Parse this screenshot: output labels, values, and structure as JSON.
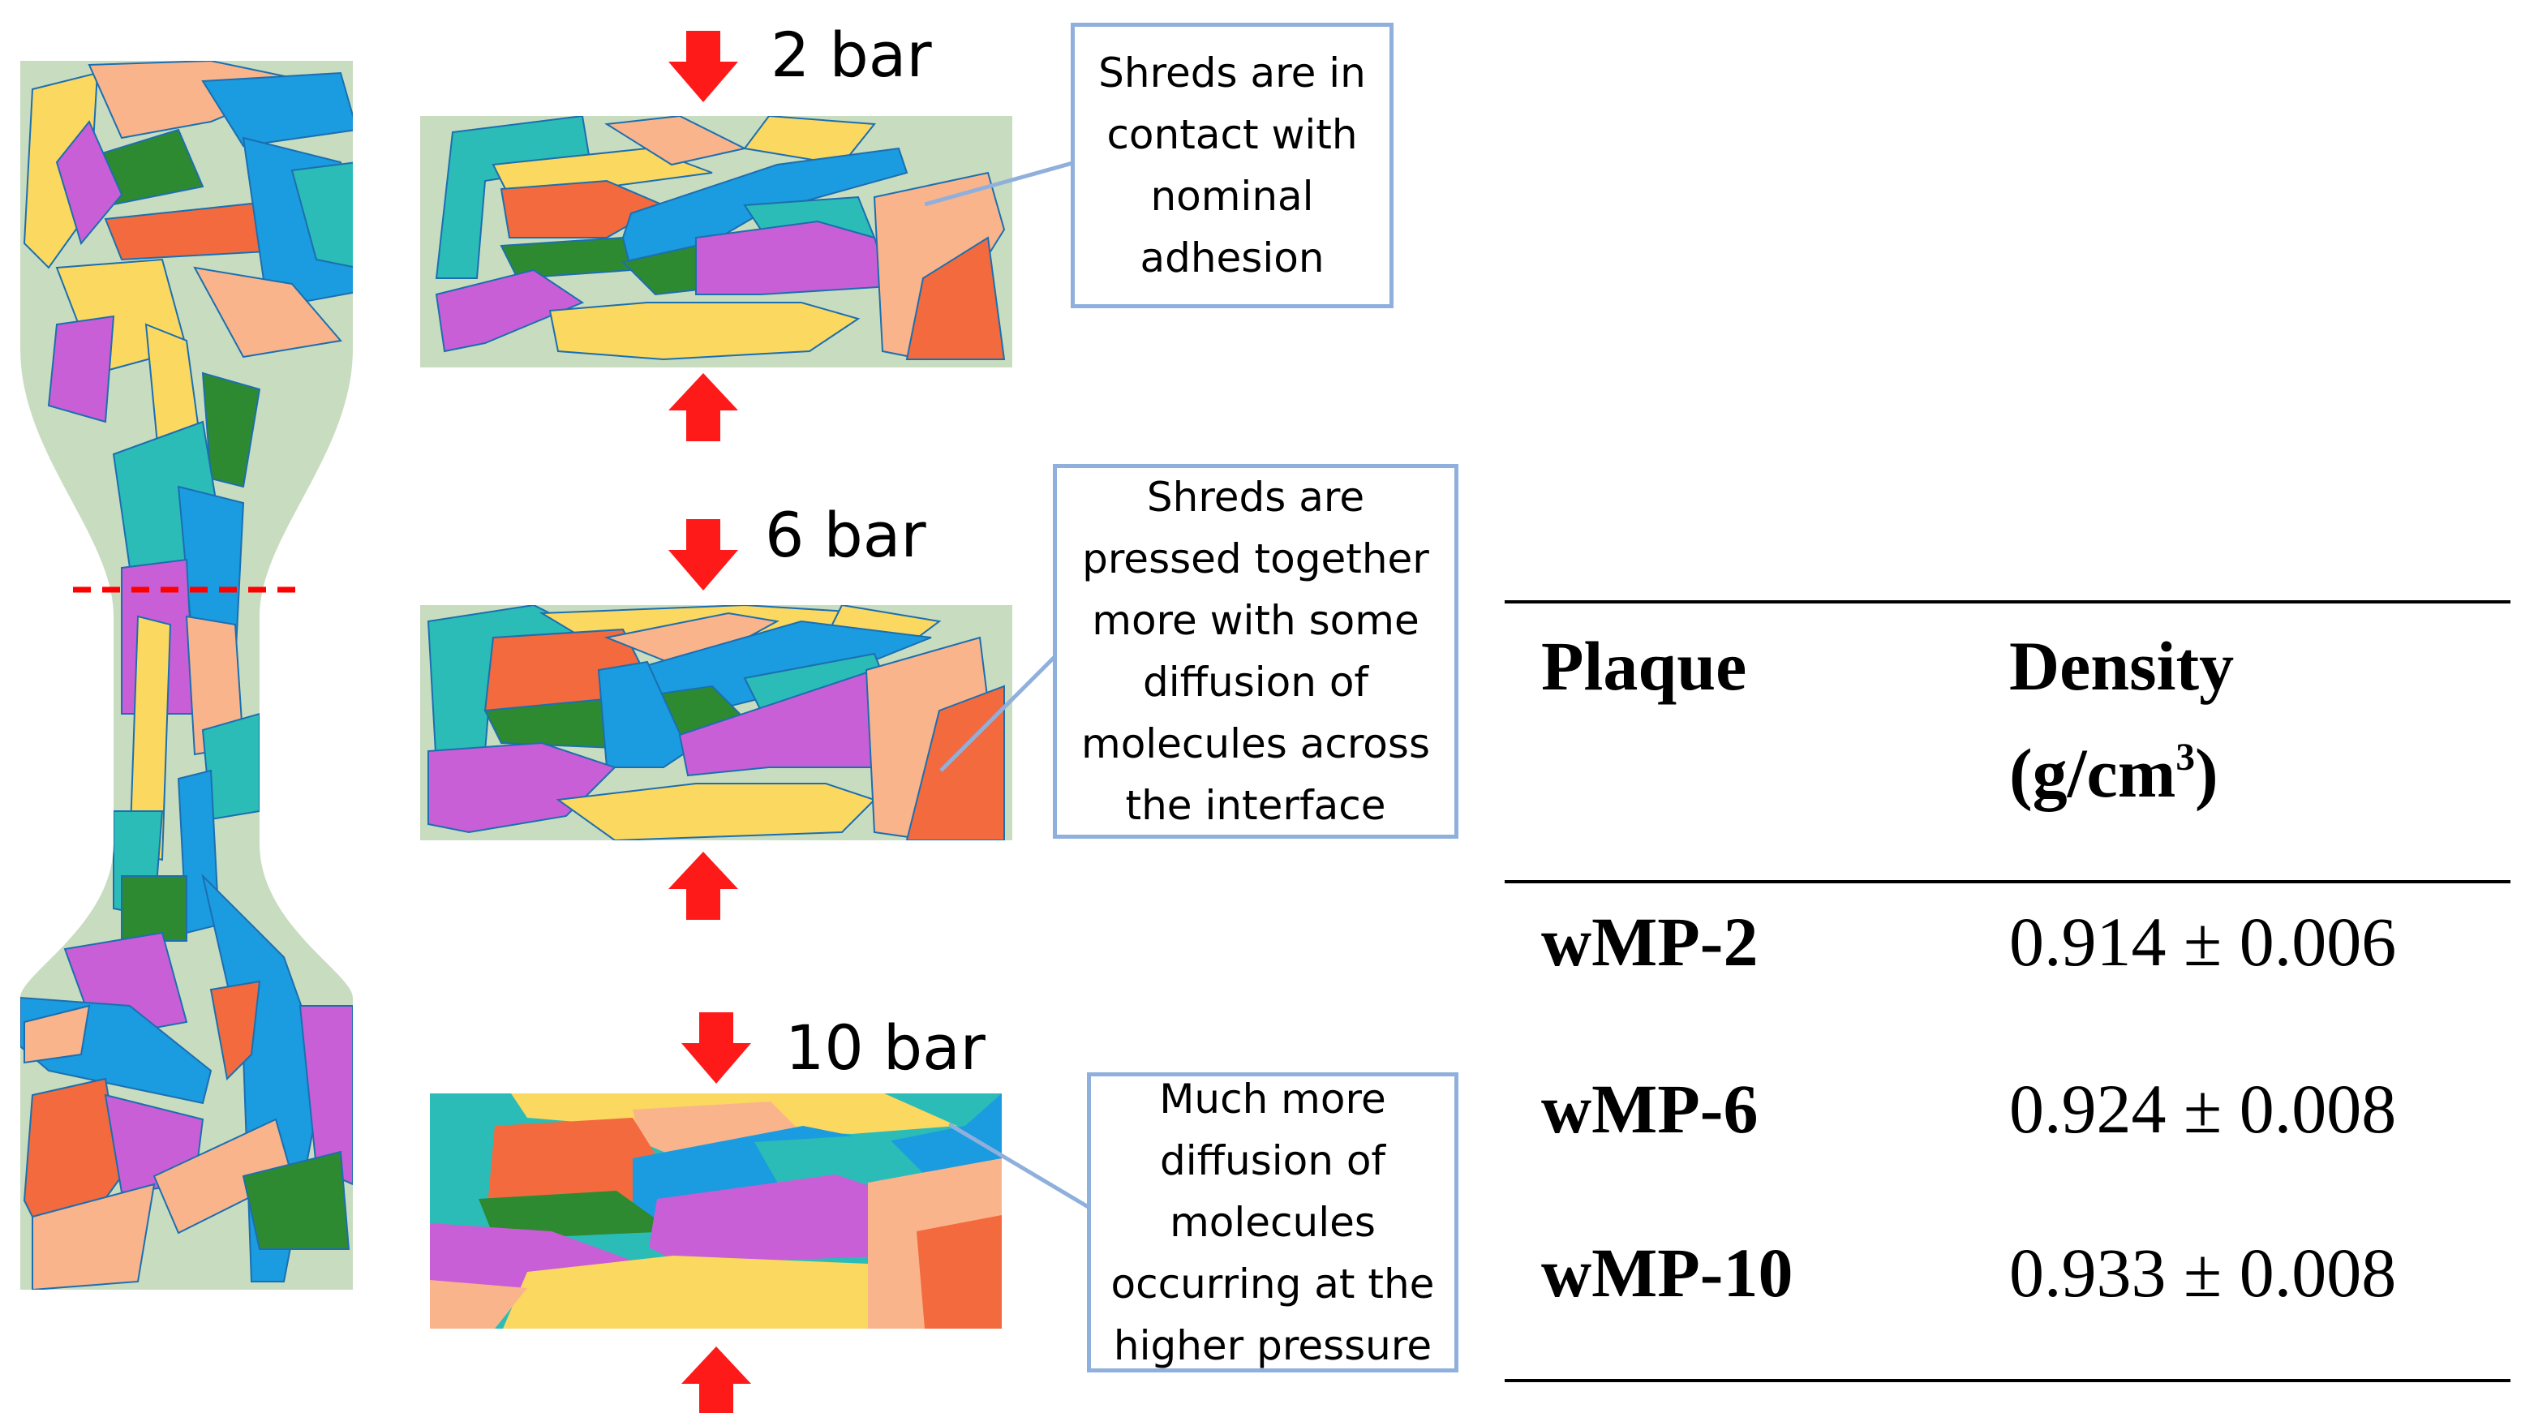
{
  "pressures": [
    {
      "label": "2 bar",
      "callout": "Shreds are in\ncontact with\nnominal\nadhesion"
    },
    {
      "label": "6 bar",
      "callout": "Shreds are\npressed together\nmore with some\ndiffusion of\nmolecules across\nthe interface"
    },
    {
      "label": "10 bar",
      "callout": "Much more\ndiffusion of\nmolecules\noccurring at the\nhigher pressure"
    }
  ],
  "table": {
    "headers": {
      "plaque": "Plaque",
      "density_main": "Density",
      "density_unit_a": "(g/cm",
      "density_unit_sup": "3",
      "density_unit_b": ")"
    },
    "rows": [
      {
        "plaque": "wMP-2",
        "density": "0.914 ± 0.006"
      },
      {
        "plaque": "wMP-6",
        "density": "0.924 ± 0.008"
      },
      {
        "plaque": "wMP-10",
        "density": "0.933 ± 0.008"
      }
    ]
  },
  "colors": {
    "matrix": "#c8dcc0",
    "teal": "#2bbcb8",
    "blue": "#1b9be0",
    "orange": "#f26a3d",
    "peach": "#f9b48c",
    "purple": "#c85fd6",
    "yellow": "#fbd860",
    "green": "#2e8a30",
    "arrow": "#ff1a1a",
    "callout_border": "#8fb0dc",
    "cut_line": "#ff0000"
  }
}
